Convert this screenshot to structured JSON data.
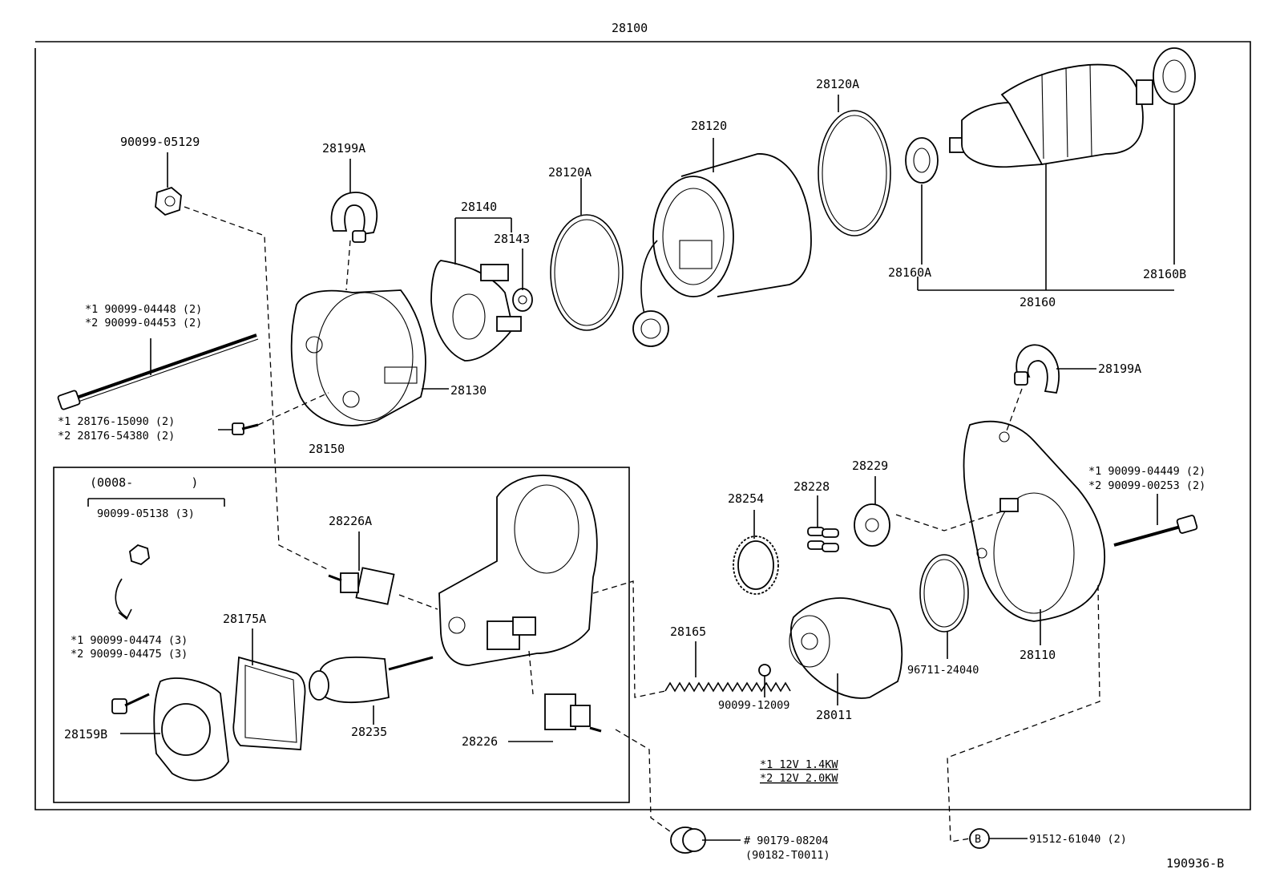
{
  "labels": {
    "p28100": "28100",
    "p90099_05129": "90099-05129",
    "p28199A_top": "28199A",
    "p28140": "28140",
    "p28143": "28143",
    "p28120A_left": "28120A",
    "p28120": "28120",
    "p28120A_right": "28120A",
    "p28160A": "28160A",
    "p28160": "28160",
    "p28160B": "28160B",
    "bolt_left_1": "*1 90099-04448 (2)",
    "bolt_left_2": "*2 90099-04453 (2)",
    "p28130": "28130",
    "screw_1": "*1 28176-15090 (2)",
    "screw_2": "*2 28176-54380 (2)",
    "p28150": "28150",
    "date_range": "(0008-        )",
    "p90099_05138": "90099-05138 (3)",
    "p28226A": "28226A",
    "bolt_small_1": "*1 90099-04474 (3)",
    "bolt_small_2": "*2 90099-04475 (3)",
    "p28175A": "28175A",
    "p28159B": "28159B",
    "p28235": "28235",
    "p28226": "28226",
    "p28165": "28165",
    "p90099_12009": "90099-12009",
    "p28254": "28254",
    "p28228": "28228",
    "p28229": "28229",
    "p28011": "28011",
    "p96711_24040": "96711-24040",
    "p28110": "28110",
    "p28199A_right": "28199A",
    "bolt_right_1": "*1 90099-04449 (2)",
    "bolt_right_2": "*2 90099-00253 (2)",
    "note_1": "*1 12V 1.4KW",
    "note_2": "*2 12V 2.0KW",
    "nut_main": "# 90179-08204",
    "nut_alt": "(90182-T0011)",
    "b_mark": "B",
    "bolt_b": "91512-61040 (2)",
    "diagram_id": "190936-B"
  }
}
